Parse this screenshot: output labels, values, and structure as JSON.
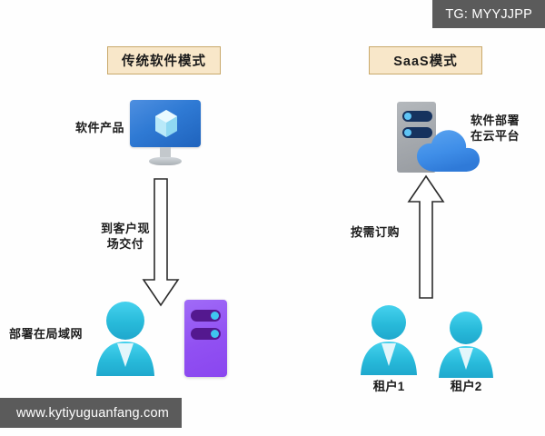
{
  "diagram": {
    "type": "comparison-diagram",
    "background_color": "#ffffff",
    "columns": [
      {
        "id": "traditional",
        "title": "传统软件模式",
        "nodes": [
          {
            "name": "software-product",
            "label": "软件产品",
            "icon": "monitor-cube-icon"
          },
          {
            "name": "lan-deployment",
            "label": "部署在局域网",
            "icons": [
              "person-icon",
              "purple-server-icon"
            ]
          }
        ],
        "flow": {
          "direction": "down",
          "label": "到客户现\n场交付"
        }
      },
      {
        "id": "saas",
        "title": "SaaS模式",
        "nodes": [
          {
            "name": "cloud-deployment",
            "label": "软件部署\n在云平台",
            "icons": [
              "gray-server-icon",
              "cloud-icon"
            ]
          },
          {
            "name": "tenants",
            "labels": [
              "租户1",
              "租户2"
            ],
            "icon": "person-icon"
          }
        ],
        "flow": {
          "direction": "up",
          "label": "按需订购"
        }
      }
    ]
  },
  "titles": {
    "left": "传统软件模式",
    "right": "SaaS模式"
  },
  "labels": {
    "software_product": "软件产品",
    "lan_deployment": "部署在局域网",
    "cloud_deployment": "软件部署\n在云平台",
    "deliver_onsite": "到客户现\n场交付",
    "subscribe_on_demand": "按需订购",
    "tenant_1": "租户1",
    "tenant_2": "租户2"
  },
  "watermarks": {
    "telegram": "TG: MYYJJPP",
    "site": "www.kytiyuguanfang.com",
    "box_color": "#5b5b5b",
    "text_color": "#ffffff"
  },
  "colors": {
    "title_box_fill": "#f8e7c9",
    "title_box_border": "#c9a96b",
    "monitor_screen": "#2f7ad4",
    "cube": "#cdf0fb",
    "purple_server": "#9150f2",
    "purple_server_bar": "#54188f",
    "server_bar_dot": "#3fc6f0",
    "gray_server": "#a2a6ab",
    "navy_bar": "#16325e",
    "cloud": "#3f8ee8",
    "person": "#2cbfe0",
    "arrow_fill": "#ffffff",
    "arrow_stroke": "#2b2b2b",
    "text": "#1c1c1c"
  }
}
